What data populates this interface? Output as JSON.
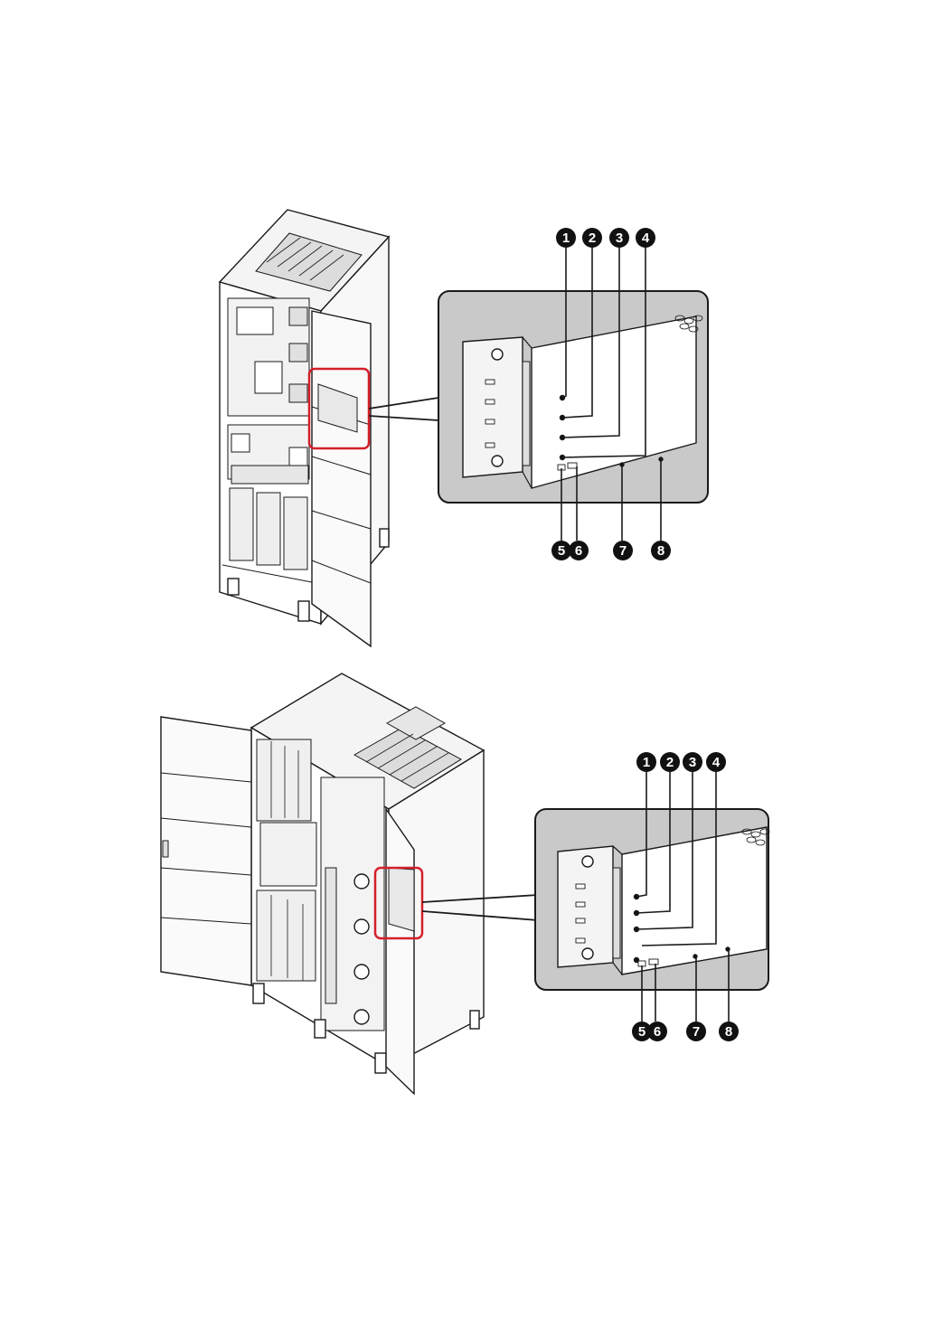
{
  "figures": [
    {
      "id": "top",
      "callouts_top": [
        "1",
        "2",
        "3",
        "4"
      ],
      "callouts_bottom": [
        "5",
        "6",
        "7",
        "8"
      ]
    },
    {
      "id": "bottom",
      "callouts_top": [
        "1",
        "2",
        "3",
        "4"
      ],
      "callouts_bottom": [
        "5",
        "6",
        "7",
        "8"
      ]
    }
  ],
  "colors": {
    "highlight": "#d4202a",
    "inset_bg": "#c9c9c9",
    "callout_fill": "#111111",
    "line": "#1a1a1a"
  }
}
